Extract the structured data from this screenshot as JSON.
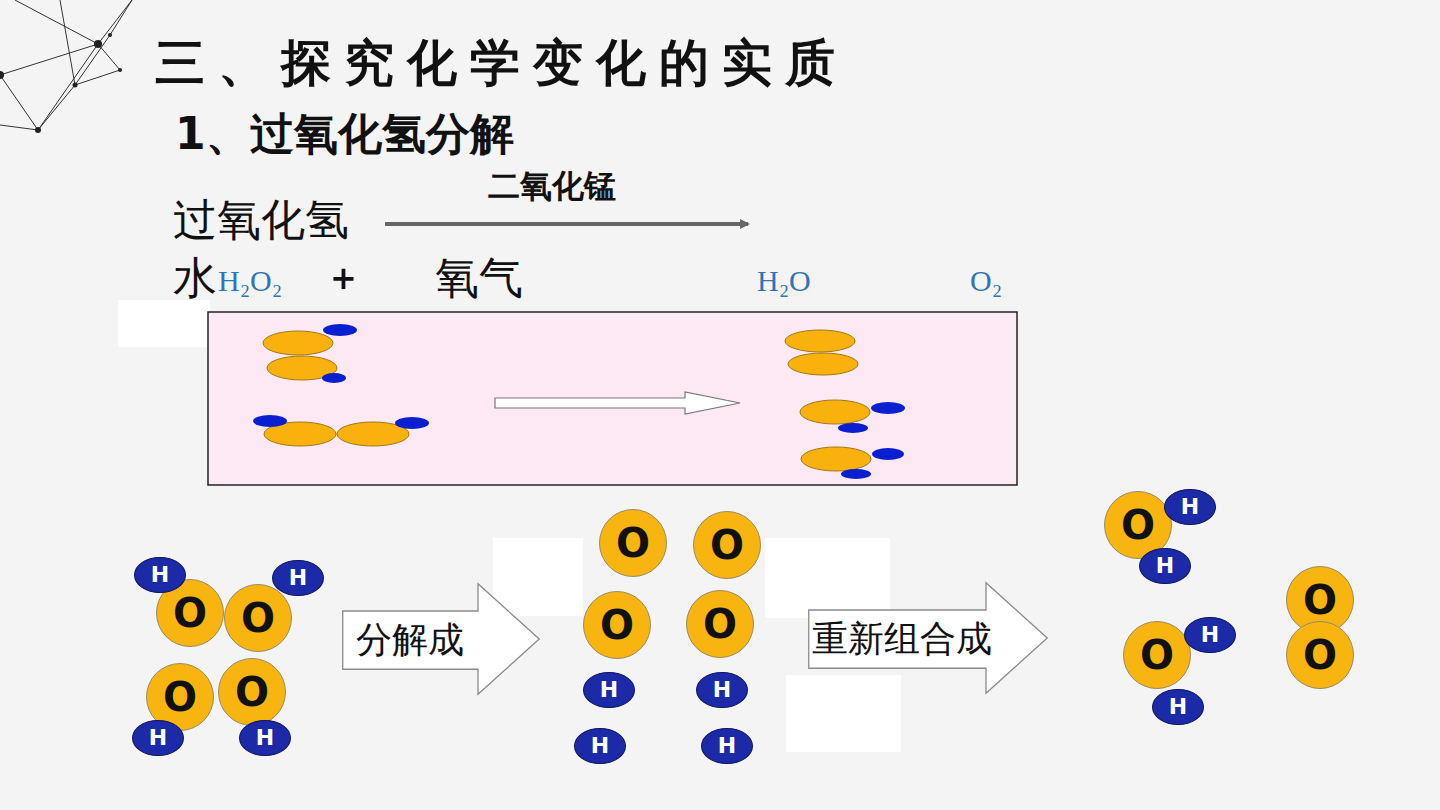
{
  "diagram": {
    "title": "三、探究化学变化的实质",
    "nodes": [
      {
        "text": [
          "H"
        ]
      },
      {
        "text": [
          "H"
        ]
      },
      {
        "text": [
          "O"
        ]
      },
      {
        "text": [
          "O"
        ]
      },
      {
        "text": [
          "O"
        ]
      },
      {
        "text": [
          "O"
        ]
      },
      {
        "text": [
          "H"
        ]
      },
      {
        "text": [
          "H"
        ]
      },
      {
        "text": [
          "分解成"
        ]
      },
      {
        "text": [
          "O"
        ]
      },
      {
        "text": [
          "O"
        ]
      },
      {
        "text": [
          "O"
        ]
      },
      {
        "text": [
          "O"
        ]
      },
      {
        "text": [
          "H"
        ]
      },
      {
        "text": [
          "H"
        ]
      },
      {
        "text": [
          "H"
        ]
      },
      {
        "text": [
          "H"
        ]
      },
      {
        "text": [
          "重新组合成"
        ]
      },
      {
        "text": [
          "H"
        ]
      },
      {
        "text": [
          "O"
        ]
      },
      {
        "text": [
          "H"
        ]
      },
      {
        "text": [
          "O"
        ]
      },
      {
        "text": [
          "H"
        ]
      },
      {
        "text": [
          "O"
        ]
      },
      {
        "text": [
          "O"
        ]
      },
      {
        "text": [
          "H"
        ]
      }
    ],
    "labels": [
      "1、过氧化氢分解",
      "二氧化锰",
      "过氧化氢",
      "水",
      "H₂O₂",
      "+",
      "氧气",
      "H₂O",
      "O₂"
    ]
  }
}
